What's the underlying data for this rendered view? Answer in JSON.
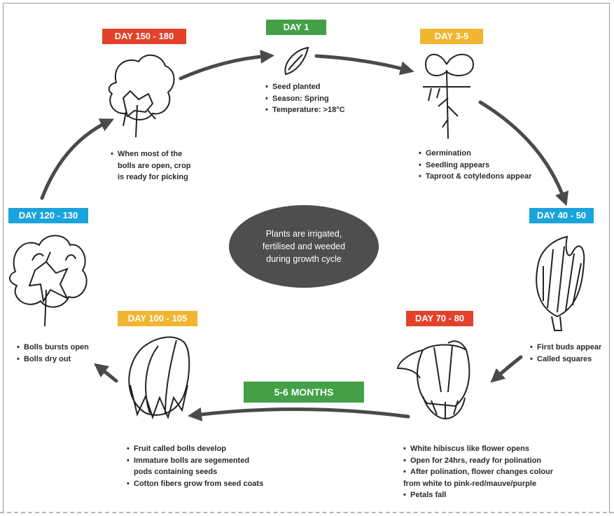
{
  "stages": {
    "day1": {
      "badge": "DAY 1",
      "bullets": [
        "Seed planted",
        "Season: Spring",
        "Temperature: >18°C"
      ]
    },
    "day3_5": {
      "badge": "DAY 3-5",
      "bullets": [
        "Germination",
        "Seedling appears",
        "Taproot & cotyledons appear"
      ]
    },
    "day40_50": {
      "badge": "DAY 40 - 50",
      "bullets": [
        "First buds appear",
        "Called squares"
      ]
    },
    "day70_80": {
      "badge": "DAY 70 - 80",
      "bullets": [
        "White hibiscus like flower opens",
        "Open for 24hrs, ready for polination",
        "After polination, flower changes colour",
        "from white to pink-red/mauve/purple",
        "Petals fall"
      ]
    },
    "day100_105": {
      "badge": "DAY 100 - 105",
      "bullets": [
        "Fruit called bolls develop",
        "Immature bolls are segemented",
        "pods containing seeds",
        "Cotton fibers grow from seed coats"
      ]
    },
    "day120_130": {
      "badge": "DAY 120 - 130",
      "bullets": [
        "Bolls bursts open",
        "Bolls dry out"
      ]
    },
    "day150_180": {
      "badge": "DAY 150 - 180",
      "bullets": [
        "When most of the",
        "bolls are open, crop",
        "is ready for picking"
      ]
    }
  },
  "months_badge": "5-6 MONTHS",
  "center_text": "Plants are irrigated, fertilised and weeded during growth cycle",
  "colors": {
    "red": "#e4412b",
    "green": "#43a047",
    "yellow": "#f2b531",
    "blue": "#1aa3dc",
    "arrow": "#4a4a4a",
    "center": "#4e4e4e"
  },
  "icons": [
    "seed-icon",
    "seedling-icon",
    "cotton-bud-icon",
    "hibiscus-flower-icon",
    "cotton-boll-icon",
    "open-boll-icon",
    "cotton-puff-icon"
  ]
}
